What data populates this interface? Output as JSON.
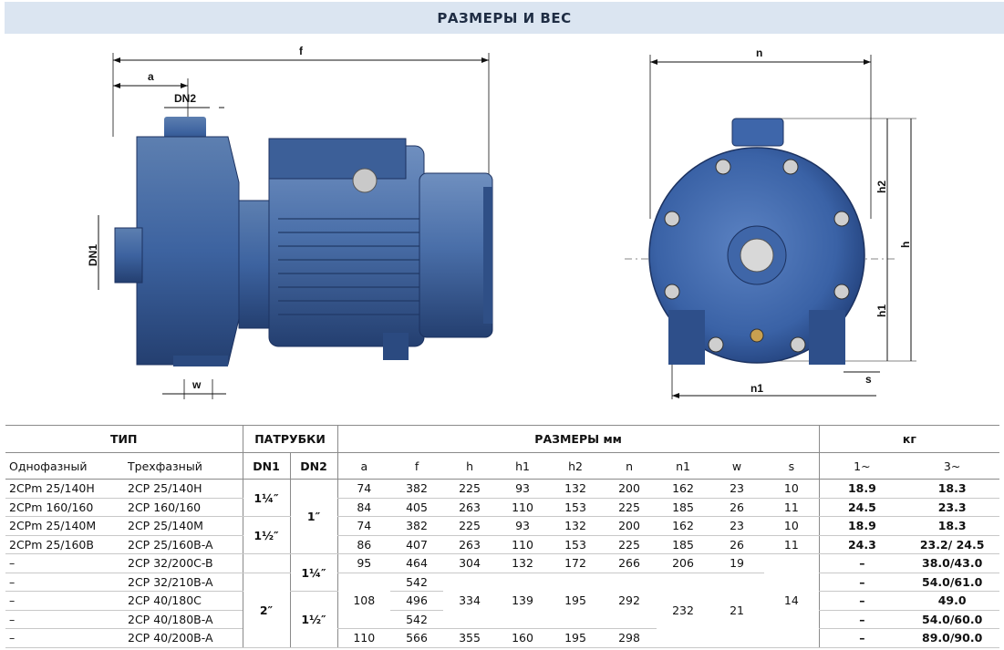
{
  "title": "РАЗМЕРЫ И ВЕС",
  "drawing_labels": {
    "side": [
      "f",
      "a",
      "DN2",
      "DN1",
      "w"
    ],
    "front": [
      "n",
      "h2",
      "h",
      "h1",
      "s",
      "n1"
    ]
  },
  "table": {
    "head": {
      "type": "ТИП",
      "ports": "ПАТРУБКИ",
      "dims": "РАЗМЕРЫ  мм",
      "weight": "кг"
    },
    "subhead": {
      "single": "Однофазный",
      "three": "Трехфазный",
      "dn1": "DN1",
      "dn2": "DN2",
      "a": "a",
      "f": "f",
      "h": "h",
      "h1": "h1",
      "h2": "h2",
      "n": "n",
      "n1": "n1",
      "w": "w",
      "s": "s",
      "w1": "1~",
      "w3": "3~"
    },
    "rows": [
      {
        "single": "2CPm 25/140H",
        "three": "2CP 25/140H",
        "a": "74",
        "f": "382",
        "h": "225",
        "h1": "93",
        "h2": "132",
        "n": "200",
        "n1": "162",
        "w": "23",
        "s": "10",
        "w1": "18.9",
        "w3": "18.3"
      },
      {
        "single": "2CPm 160/160",
        "three": "2CP 160/160",
        "a": "84",
        "f": "405",
        "h": "263",
        "h1": "110",
        "h2": "153",
        "n": "225",
        "n1": "185",
        "w": "26",
        "s": "11",
        "w1": "24.5",
        "w3": "23.3"
      },
      {
        "single": "2CPm 25/140M",
        "three": "2CP 25/140M",
        "a": "74",
        "f": "382",
        "h": "225",
        "h1": "93",
        "h2": "132",
        "n": "200",
        "n1": "162",
        "w": "23",
        "s": "10",
        "w1": "18.9",
        "w3": "18.3"
      },
      {
        "single": "2CPm 25/160B",
        "three": "2CP 25/160B-A",
        "a": "86",
        "f": "407",
        "h": "263",
        "h1": "110",
        "h2": "153",
        "n": "225",
        "n1": "185",
        "w": "26",
        "s": "11",
        "w1": "24.3",
        "w3": "23.2/ 24.5"
      },
      {
        "single": "–",
        "three": "2CP 32/200C-B",
        "a": "95",
        "f": "464",
        "h": "304",
        "h1": "132",
        "h2": "172",
        "n": "266",
        "n1": "206",
        "w": "19",
        "w1": "–",
        "w3": "38.0/43.0"
      },
      {
        "single": "–",
        "three": "2CP 32/210B-A",
        "f": "542",
        "w1": "–",
        "w3": "54.0/61.0"
      },
      {
        "single": "–",
        "three": "2CP 40/180C",
        "f": "496",
        "w1": "–",
        "w3": "49.0"
      },
      {
        "single": "–",
        "three": "2CP 40/180B-A",
        "f": "542",
        "w1": "–",
        "w3": "54.0/60.0"
      },
      {
        "single": "–",
        "three": "2CP 40/200B-A",
        "a": "110",
        "f": "566",
        "h": "355",
        "h1": "160",
        "h2": "195",
        "n": "298",
        "w1": "–",
        "w3": "89.0/90.0"
      }
    ],
    "merged": {
      "dn1_a": "1¼″",
      "dn1_b": "1½″",
      "dn1_c": "2″",
      "dn2_a": "1″",
      "dn2_b": "1¼″",
      "dn2_c": "1½″",
      "a_mid": "108",
      "h_mid": "334",
      "h1_mid": "139",
      "h2_mid": "195",
      "n_mid": "292",
      "n1_mid": "232",
      "w_mid": "21",
      "s_mid": "14"
    }
  }
}
